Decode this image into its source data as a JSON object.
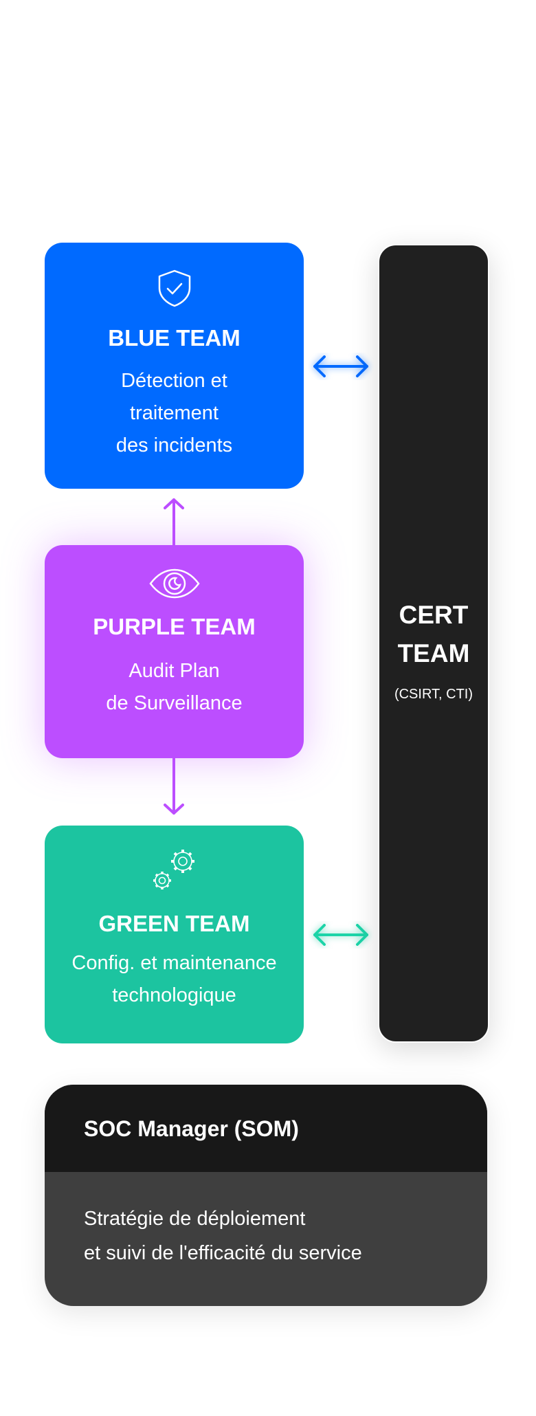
{
  "blue_team": {
    "title": "BLUE TEAM",
    "lines": [
      "Détection et",
      "traitement",
      "des incidents"
    ],
    "icon": "shield-check-icon",
    "color": "#006aff"
  },
  "purple_team": {
    "title": "PURPLE TEAM",
    "lines": [
      "Audit Plan",
      "de Surveillance"
    ],
    "icon": "eye-icon",
    "color": "#bc4eff"
  },
  "green_team": {
    "title": "GREEN TEAM",
    "lines": [
      "Config. et maintenance",
      "technologique"
    ],
    "icon": "gears-icon",
    "color": "#1cc4a0"
  },
  "cert_team": {
    "title_lines": [
      "CERT",
      "TEAM"
    ],
    "subtitle": "(CSIRT, CTI)",
    "color": "#202020"
  },
  "som": {
    "title": "SOC Manager (SOM)",
    "lines": [
      "Stratégie de déploiement",
      "et suivi de l'efficacité du service"
    ]
  }
}
